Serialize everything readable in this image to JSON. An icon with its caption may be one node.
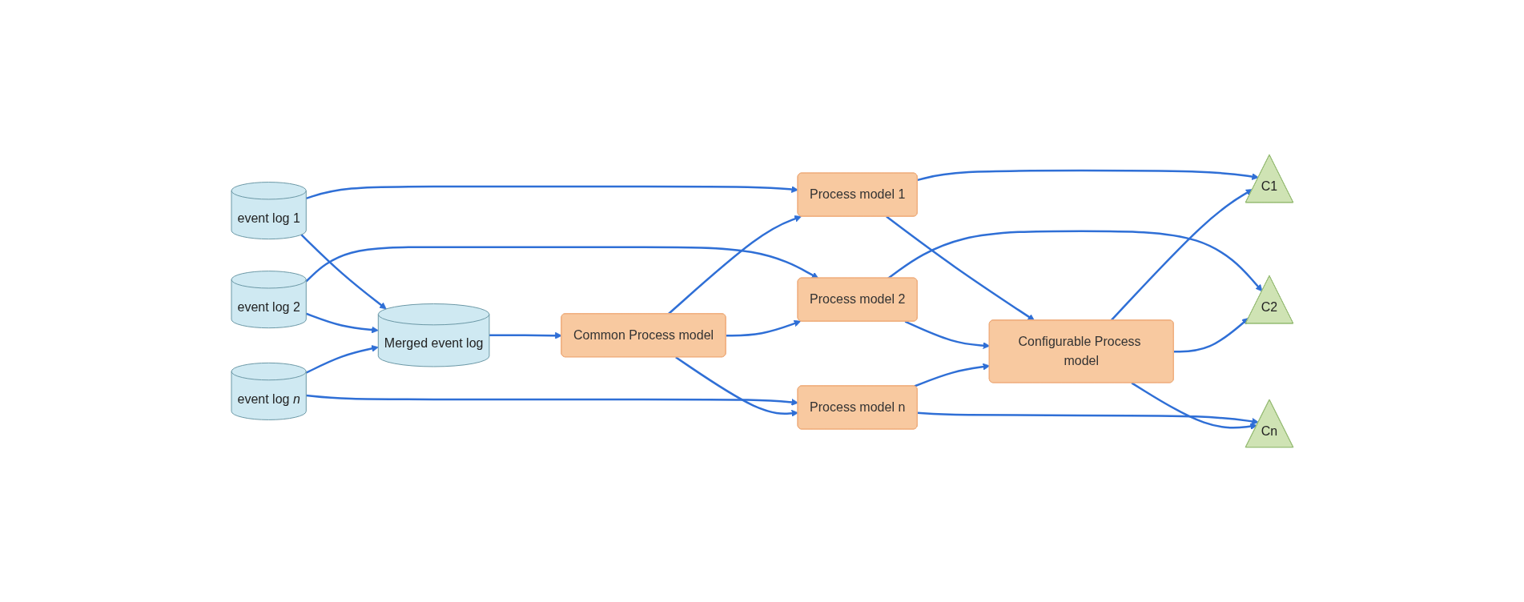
{
  "diagram": {
    "nodes": [
      {
        "text": [
          "event log 1"
        ]
      },
      {
        "text": [
          "event log 2"
        ]
      },
      {
        "text": [
          "event log *n*"
        ]
      },
      {
        "text": [
          "Merged event log"
        ]
      },
      {
        "text": [
          "Common Process model"
        ]
      },
      {
        "text": [
          "Process model 1"
        ]
      },
      {
        "text": [
          "Process model 2"
        ]
      },
      {
        "text": [
          "Process model n"
        ]
      },
      {
        "text": [
          "Configurable Process model"
        ]
      },
      {
        "text": [
          "C1"
        ]
      },
      {
        "text": [
          "C2"
        ]
      },
      {
        "text": [
          "Cn"
        ]
      }
    ],
    "edges": [
      {
        "from": 0,
        "to": 5,
        "arrow": "to"
      },
      {
        "from": 1,
        "to": 6,
        "arrow": "to"
      },
      {
        "from": 2,
        "to": 7,
        "arrow": "to"
      },
      {
        "from": 0,
        "to": 3,
        "arrow": "to"
      },
      {
        "from": 1,
        "to": 3,
        "arrow": "to"
      },
      {
        "from": 2,
        "to": 3,
        "arrow": "to"
      },
      {
        "from": 3,
        "to": 4,
        "arrow": "to"
      },
      {
        "from": 4,
        "to": 5,
        "arrow": "to"
      },
      {
        "from": 4,
        "to": 6,
        "arrow": "to"
      },
      {
        "from": 4,
        "to": 7,
        "arrow": "to"
      },
      {
        "from": 5,
        "to": 9,
        "arrow": "to"
      },
      {
        "from": 6,
        "to": 10,
        "arrow": "to"
      },
      {
        "from": 7,
        "to": 11,
        "arrow": "to"
      },
      {
        "from": 5,
        "to": 8,
        "arrow": "to"
      },
      {
        "from": 6,
        "to": 8,
        "arrow": "to"
      },
      {
        "from": 7,
        "to": 8,
        "arrow": "to"
      },
      {
        "from": 8,
        "to": 9,
        "arrow": "to"
      },
      {
        "from": 8,
        "to": 10,
        "arrow": "to"
      },
      {
        "from": 8,
        "to": 11,
        "arrow": "to"
      }
    ]
  }
}
